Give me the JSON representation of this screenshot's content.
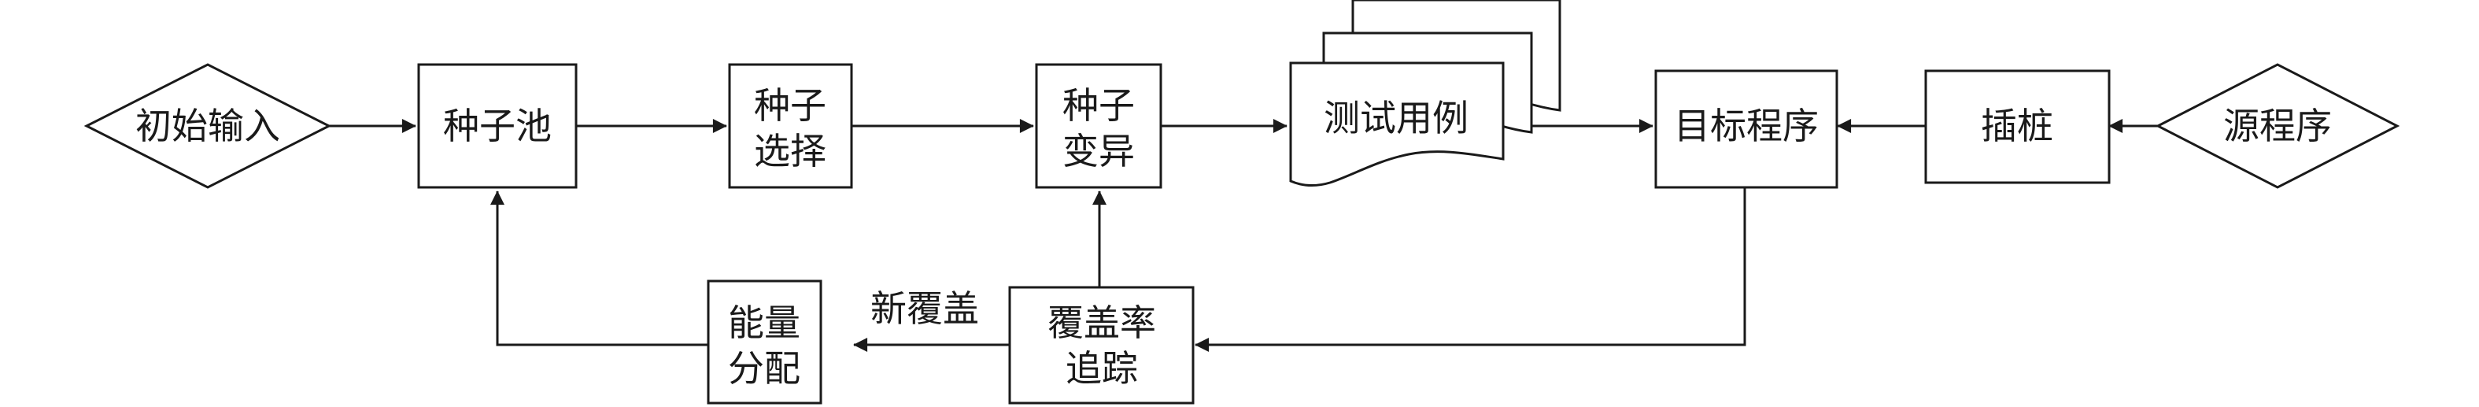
{
  "nodes": {
    "initial_input": "初始输入",
    "seed_pool": "种子池",
    "seed_select": [
      "种子",
      "选择"
    ],
    "seed_mutate": [
      "种子",
      "变异"
    ],
    "test_cases": "测试用例",
    "target_program": "目标程序",
    "instrumentation": "插桩",
    "source_program": "源程序",
    "coverage_tracking": [
      "覆盖率",
      "追踪"
    ],
    "energy_assignment": [
      "能量",
      "分配"
    ]
  },
  "edge_labels": {
    "new_coverage": "新覆盖"
  },
  "colors": {
    "line": "#1a1a1a",
    "fill": "#ffffff"
  }
}
